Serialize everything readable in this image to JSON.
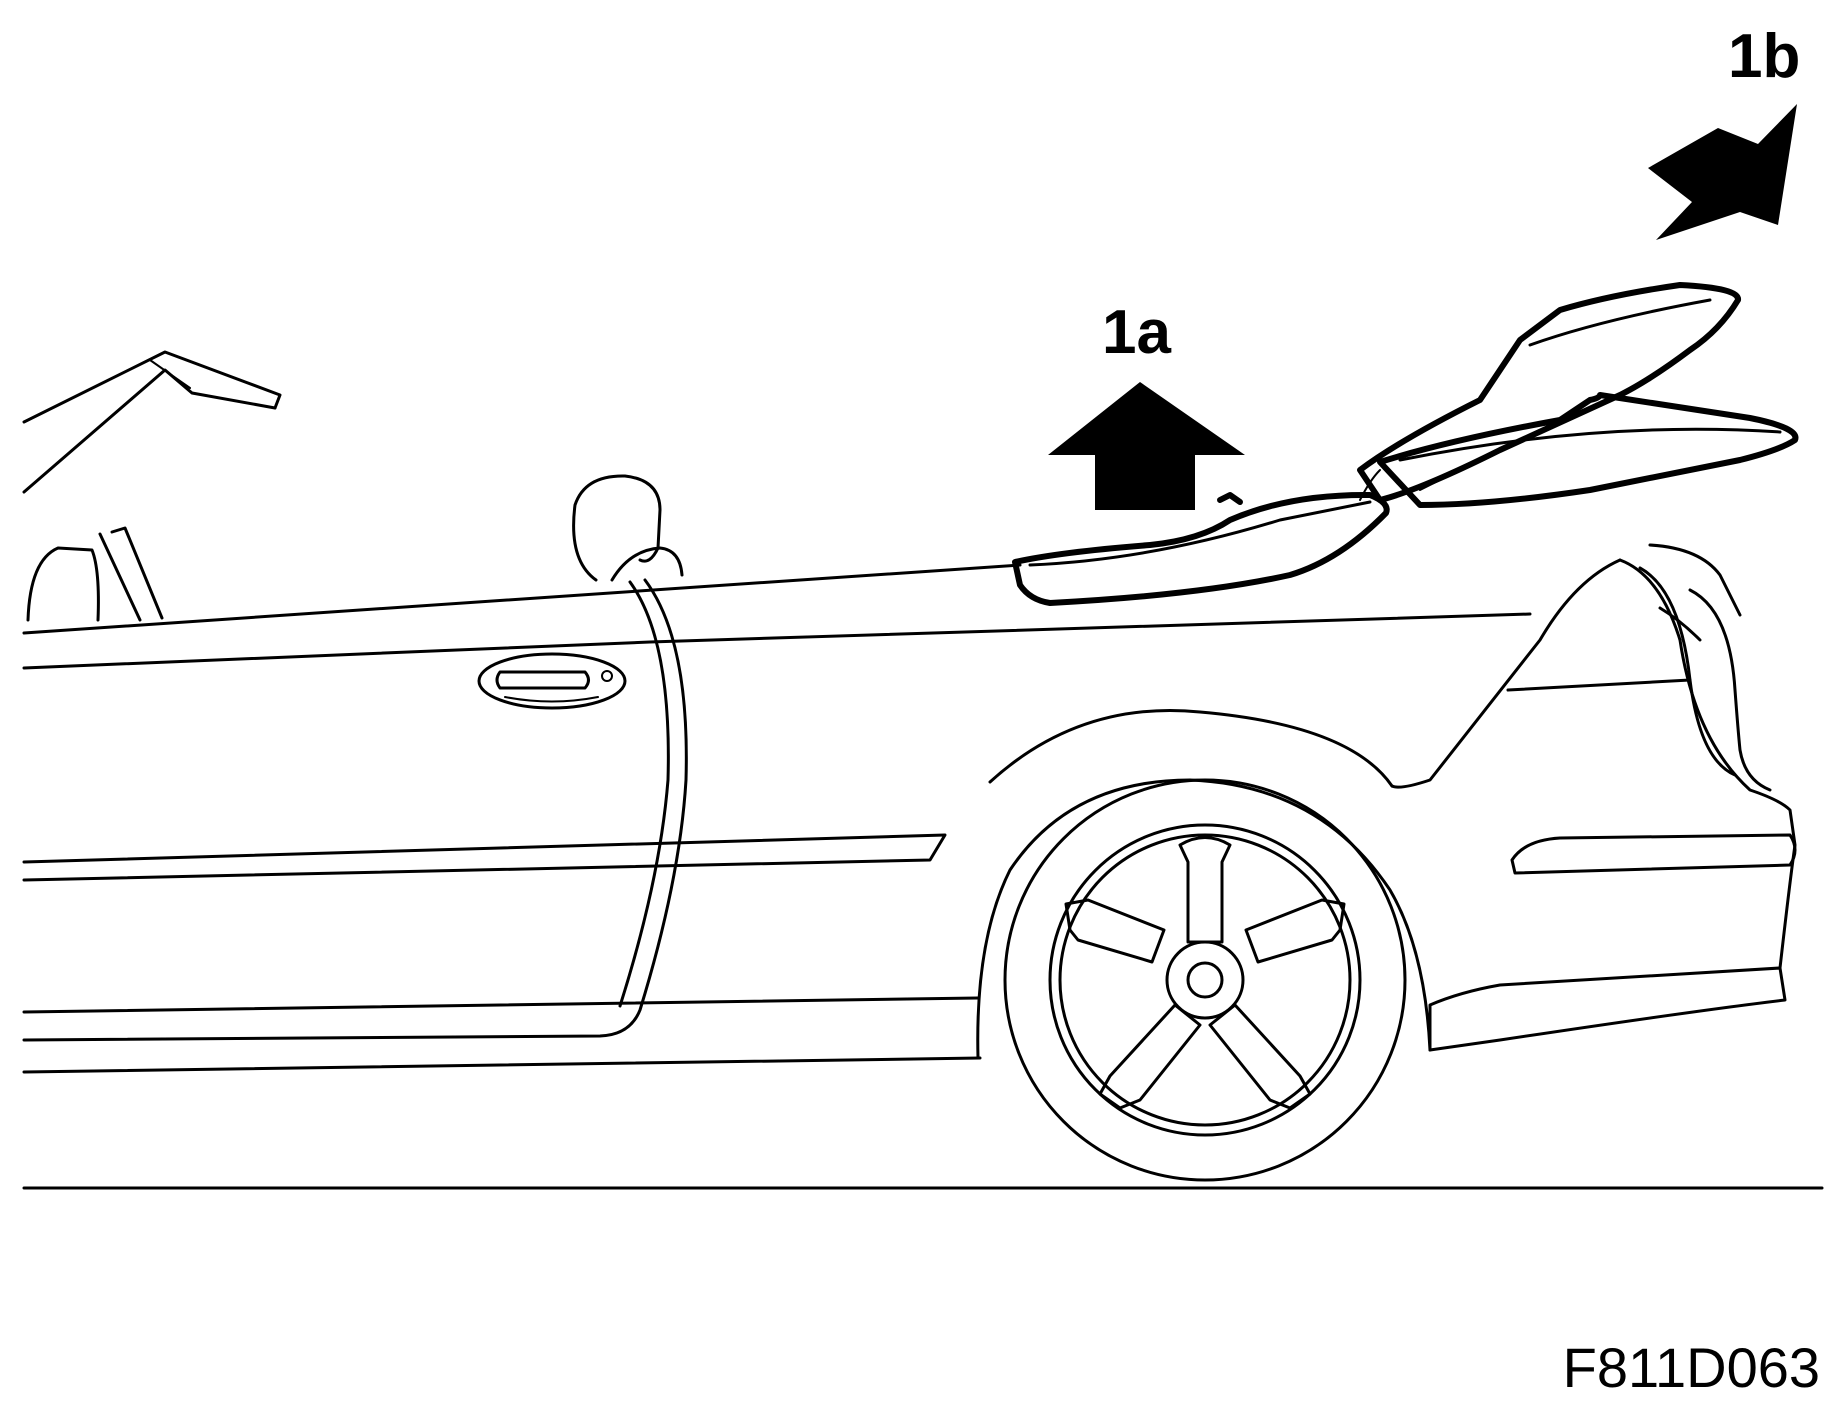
{
  "callouts": {
    "step_1a": "1a",
    "step_1b": "1b"
  },
  "figure_code": "F811D063",
  "colors": {
    "ink": "#000000",
    "paper": "#ffffff"
  }
}
